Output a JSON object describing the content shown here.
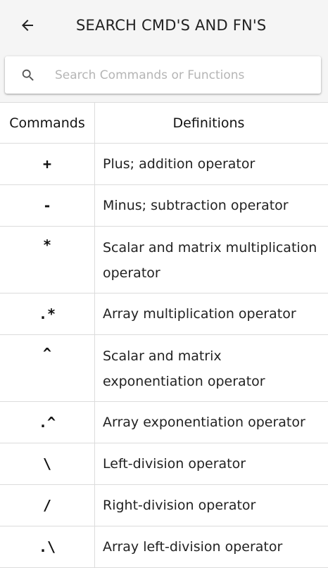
{
  "appbar": {
    "title": "SEARCH CMD'S AND FN'S",
    "back_icon": "arrow-left-icon"
  },
  "search": {
    "placeholder": "Search Commands or Functions",
    "value": "",
    "icon": "search-icon"
  },
  "table": {
    "headers": {
      "commands": "Commands",
      "definitions": "Definitions"
    },
    "rows": [
      {
        "command": "+",
        "definition": "Plus; addition operator"
      },
      {
        "command": "-",
        "definition": "Minus; subtraction operator"
      },
      {
        "command": "*",
        "definition": "Scalar and matrix multiplication operator"
      },
      {
        "command": ".*",
        "definition": "Array multiplication operator"
      },
      {
        "command": "^",
        "definition": "Scalar and matrix exponentiation operator"
      },
      {
        "command": ".^",
        "definition": "Array exponentiation operator"
      },
      {
        "command": "\\",
        "definition": "Left-division operator"
      },
      {
        "command": "/",
        "definition": "Right-division operator"
      },
      {
        "command": ".\\",
        "definition": "Array left-division operator"
      }
    ]
  }
}
